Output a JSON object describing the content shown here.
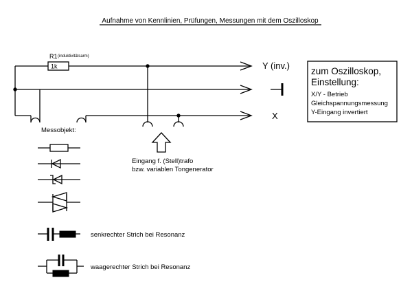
{
  "title": "Aufnahme von Kennlinien, Prüfungen, Messungen mit dem Oszilloskop",
  "resistor": {
    "name": "R1",
    "note": "(induktivitätsarm)",
    "value": "1k"
  },
  "outputs": {
    "y_label": "Y (inv.)",
    "x_label": "X"
  },
  "settings_box": {
    "title_line1": "zum Oszilloskop,",
    "title_line2": "Einstellung:",
    "lines": [
      "X/Y - Betrieb",
      "Gleichspannungsmessung",
      "Y-Eingang invertiert"
    ]
  },
  "messobjekt_label": "Messobjekt:",
  "input_label_line1": "Eingang f. (Stell)trafo",
  "input_label_line2": "bzw. variablen Tongenerator",
  "resonance_vertical_label": "senkrechter Strich bei Resonanz",
  "resonance_horizontal_label": "waagerechter Strich bei Resonanz"
}
